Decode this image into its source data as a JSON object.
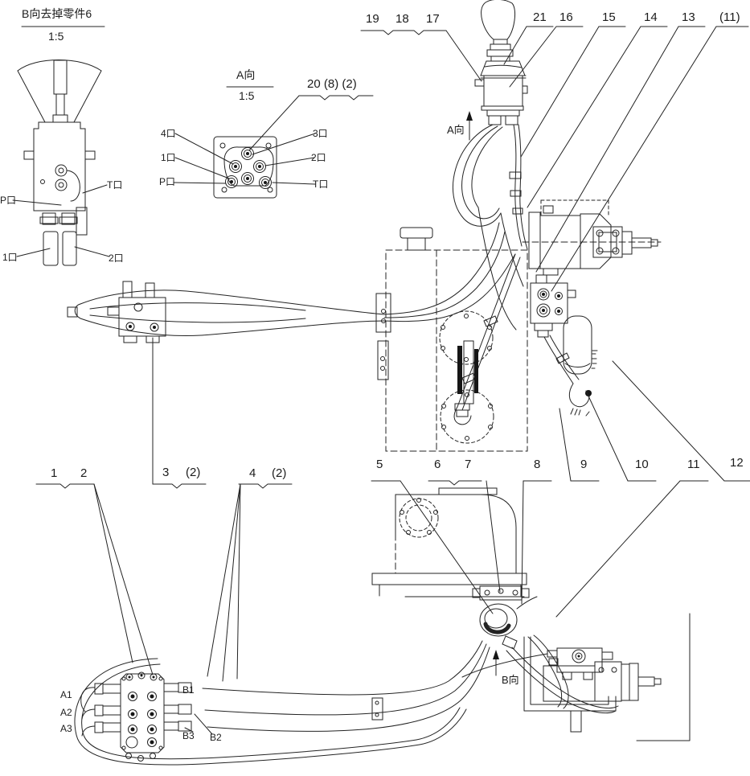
{
  "detail_b": {
    "title": "B向去掉零件6",
    "scale": "1:5",
    "port_t": "T口",
    "port_p": "P口",
    "port_1": "1口",
    "port_2": "2口"
  },
  "view_a": {
    "title": "A向",
    "scale": "1:5",
    "callout": "20 (8) (2)",
    "port_4": "4口",
    "port_1": "1口",
    "port_p": "P口",
    "port_3": "3口",
    "port_2": "2口",
    "port_t": "T口"
  },
  "arrow_a": "A向",
  "arrow_b": "B向",
  "callouts_top": [
    "19",
    "18",
    "17",
    "21",
    "16",
    "15",
    "14",
    "13",
    "(11)"
  ],
  "callouts_mid": [
    "5",
    "6",
    "7",
    "8",
    "9",
    "10",
    "11",
    "12"
  ],
  "callouts_bottom": [
    "1",
    "2",
    "3",
    "(2)",
    "4",
    "(2)"
  ],
  "manifold": {
    "a1": "A1",
    "a2": "A2",
    "a3": "A3",
    "b1": "B1",
    "b2": "B2",
    "b3": "B3"
  }
}
